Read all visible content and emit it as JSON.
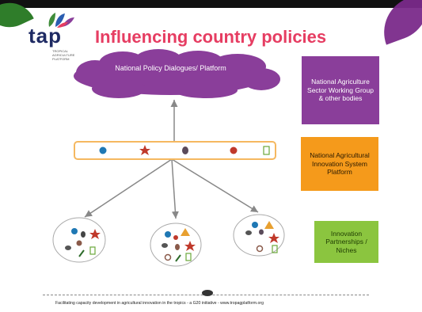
{
  "logo": {
    "text": "tap",
    "subtitle": "TROPICAL AGRICULTURE PLATFORM"
  },
  "title": "Influencing country policies",
  "cloud_label": "National Policy Dialogues/ Platform",
  "boxes": {
    "purple": "National Agriculture Sector Working Group & other bodies",
    "orange": "National Agricultural Innovation System Platform",
    "green": "Innovation Partnerships / Niches"
  },
  "footer": "Facilitating capacity development in agricultural innovation in the tropics - a G20 initiative - www.tropagplatform.org",
  "colors": {
    "title": "#e63d62",
    "cloud": "#8a3e9a",
    "purple_box": "#8a3e9a",
    "orange_box": "#f59a1b",
    "green_box": "#8bc53f",
    "bar_border": "#f5b860",
    "arrow": "#888888"
  },
  "icons": [
    "blue-dot-icon",
    "red-star-icon",
    "dark-leaf-icon",
    "red-dot-icon",
    "green-square-icon",
    "orange-triangle-icon",
    "red-ring-icon",
    "green-pen-icon"
  ]
}
